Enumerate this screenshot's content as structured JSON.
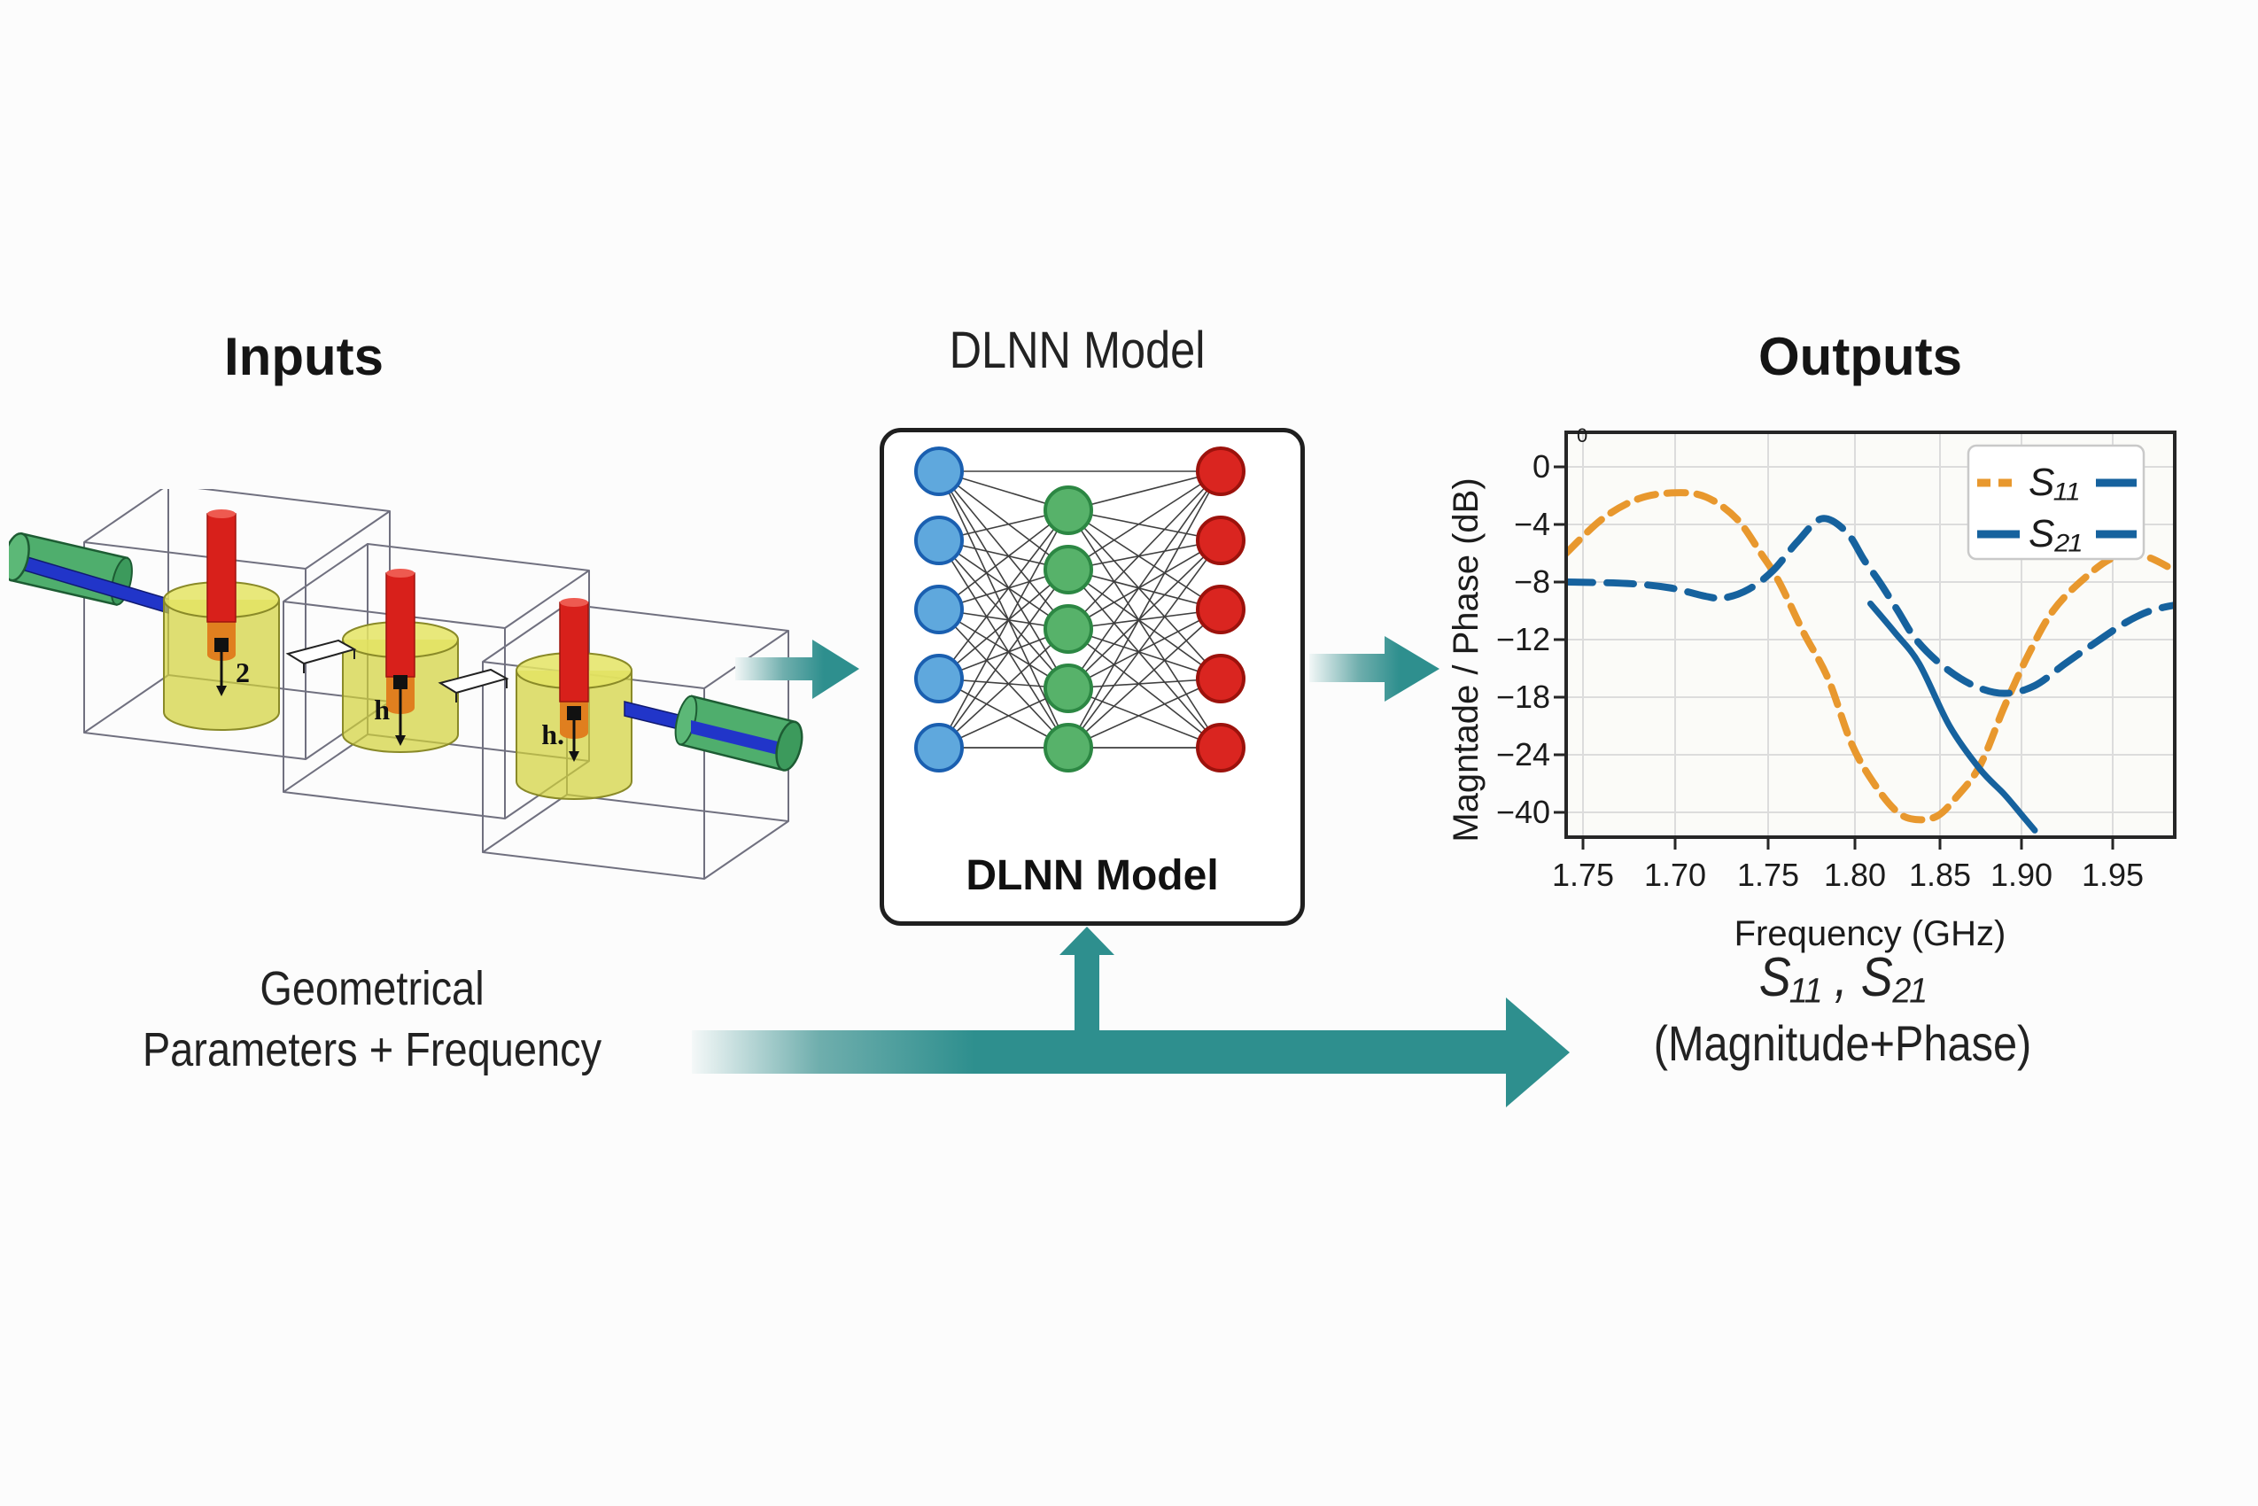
{
  "page": {
    "background": "#fcfcfc",
    "accent_teal": "#2e8f8e"
  },
  "inputs": {
    "title": "Inputs",
    "caption_line1": "Geometrical",
    "caption_line2": "Parameters + Frequency",
    "resonator_labels": [
      "2",
      "h",
      "h."
    ],
    "model_colors": {
      "cavity_yellow": "#d2d237",
      "tuning_rod_red": "#d8201b",
      "rod_tip_orange": "#e07f1f",
      "connector_green": "#4fae6d",
      "pin_blue": "#2135c9"
    }
  },
  "model": {
    "title": "DLNN Model",
    "box_label": "DLNN Model",
    "network": {
      "input_count": 5,
      "hidden_count": 5,
      "output_count": 5,
      "input_fill": "#5fa8dd",
      "input_stroke": "#1a5fb0",
      "hidden_fill": "#57b26a",
      "hidden_stroke": "#2c8743",
      "output_fill": "#da2520",
      "output_stroke": "#9c120c",
      "edge_color": "#2b2b2b"
    }
  },
  "outputs": {
    "title": "Outputs",
    "result_line1": "S₁₁ , S₂₁",
    "result_line2": "(Magnitude+Phase)"
  },
  "chart_data": {
    "type": "line",
    "xlabel": "Frequency (GHz)",
    "ylabel": "Magntade / Phase (dB)",
    "corner_label": "0",
    "x_tick_labels": [
      "1.75",
      "1.70",
      "1.75",
      "1.80",
      "1.85",
      "1.90",
      "1.95"
    ],
    "y_tick_labels": [
      "0",
      "−4",
      "−8",
      "−12",
      "−18",
      "−24",
      "−40"
    ],
    "y_tick_values": [
      0,
      -4,
      -8,
      -12,
      -18,
      -24,
      -40
    ],
    "grid": true,
    "axis_note": "series x = fraction of plot width (ticks evenly spaced), y = dB read on the chart's non-linear tick scale",
    "legend": {
      "position": "top-right",
      "entries": [
        {
          "label": "S₁₁",
          "color": "#e8982e",
          "style": "dashed"
        },
        {
          "label": "S₂₁",
          "color": "#16629e",
          "style": "solid-and-dashed"
        }
      ]
    },
    "series": [
      {
        "name": "S11",
        "color": "#e8982e",
        "width": 8,
        "dash": [
          21,
          13
        ],
        "points": [
          [
            0,
            -6
          ],
          [
            0.06,
            -3.6
          ],
          [
            0.12,
            -2.2
          ],
          [
            0.18,
            -1.8
          ],
          [
            0.23,
            -2.1
          ],
          [
            0.28,
            -3.6
          ],
          [
            0.32,
            -6
          ],
          [
            0.35,
            -8
          ],
          [
            0.39,
            -11.5
          ],
          [
            0.43,
            -16
          ],
          [
            0.47,
            -23
          ],
          [
            0.51,
            -33
          ],
          [
            0.545,
            -40
          ],
          [
            0.575,
            -42
          ],
          [
            0.61,
            -41
          ],
          [
            0.64,
            -36
          ],
          [
            0.68,
            -27
          ],
          [
            0.72,
            -19
          ],
          [
            0.76,
            -13.5
          ],
          [
            0.8,
            -10
          ],
          [
            0.85,
            -7.8
          ],
          [
            0.9,
            -6.3
          ],
          [
            0.95,
            -6.2
          ],
          [
            1,
            -7.2
          ]
        ]
      },
      {
        "name": "S21-dashed",
        "color": "#16629e",
        "width": 8,
        "dash": [
          30,
          16
        ],
        "points": [
          [
            0,
            -8
          ],
          [
            0.1,
            -8.1
          ],
          [
            0.17,
            -8.4
          ],
          [
            0.23,
            -9
          ],
          [
            0.26,
            -9.1
          ],
          [
            0.3,
            -8.5
          ],
          [
            0.34,
            -7.2
          ],
          [
            0.38,
            -5.2
          ],
          [
            0.42,
            -3.6
          ],
          [
            0.46,
            -4.5
          ],
          [
            0.49,
            -6.5
          ],
          [
            0.515,
            -8
          ],
          [
            0.545,
            -10
          ],
          [
            0.575,
            -12
          ],
          [
            0.62,
            -14.8
          ],
          [
            0.67,
            -16.8
          ],
          [
            0.72,
            -17.6
          ],
          [
            0.77,
            -16.8
          ],
          [
            0.82,
            -14.5
          ],
          [
            0.87,
            -12.3
          ],
          [
            0.92,
            -10.8
          ],
          [
            0.96,
            -10
          ],
          [
            1,
            -9.6
          ]
        ]
      },
      {
        "name": "S21-solid",
        "color": "#16629e",
        "width": 7,
        "dash": null,
        "points": [
          [
            0.5,
            -9.5
          ],
          [
            0.54,
            -11.5
          ],
          [
            0.58,
            -14.5
          ],
          [
            0.63,
            -21
          ],
          [
            0.68,
            -28
          ],
          [
            0.72,
            -35
          ],
          [
            0.75,
            -41
          ],
          [
            0.77,
            -45
          ]
        ]
      }
    ]
  }
}
